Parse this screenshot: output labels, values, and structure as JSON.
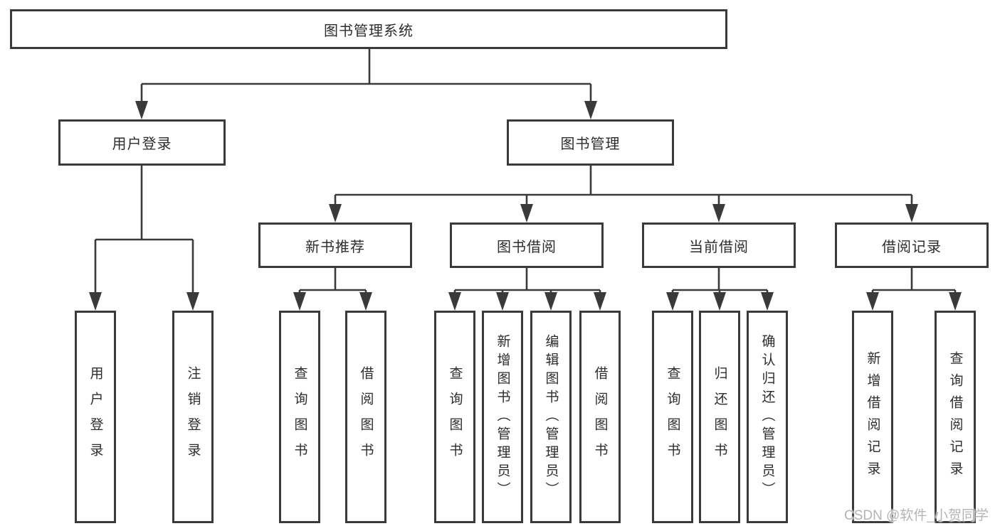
{
  "diagram": {
    "root": "图书管理系统",
    "level2": {
      "user_login": "用户登录",
      "book_mgmt": "图书管理"
    },
    "level3": {
      "new_book": "新书推荐",
      "book_borrow": "图书借阅",
      "current_borrow": "当前借阅",
      "borrow_record": "借阅记录"
    },
    "leaves": {
      "user_login": [
        "用户登录",
        "注销登录"
      ],
      "new_book": [
        "查询图书",
        "借阅图书"
      ],
      "book_borrow": [
        "查询图书",
        "新增图书（管理员）",
        "编辑图书（管理员）",
        "借阅图书"
      ],
      "current_borrow": [
        "查询图书",
        "归还图书",
        "确认归还（管理员）"
      ],
      "borrow_record": [
        "新增借阅记录",
        "查询借阅记录"
      ]
    }
  },
  "watermark": "CSDN @软件_小贺同学",
  "colors": {
    "line": "#3a3a3a",
    "text": "#2d2d2d",
    "watermark": "#b3b3b9",
    "background": "#ffffff"
  }
}
